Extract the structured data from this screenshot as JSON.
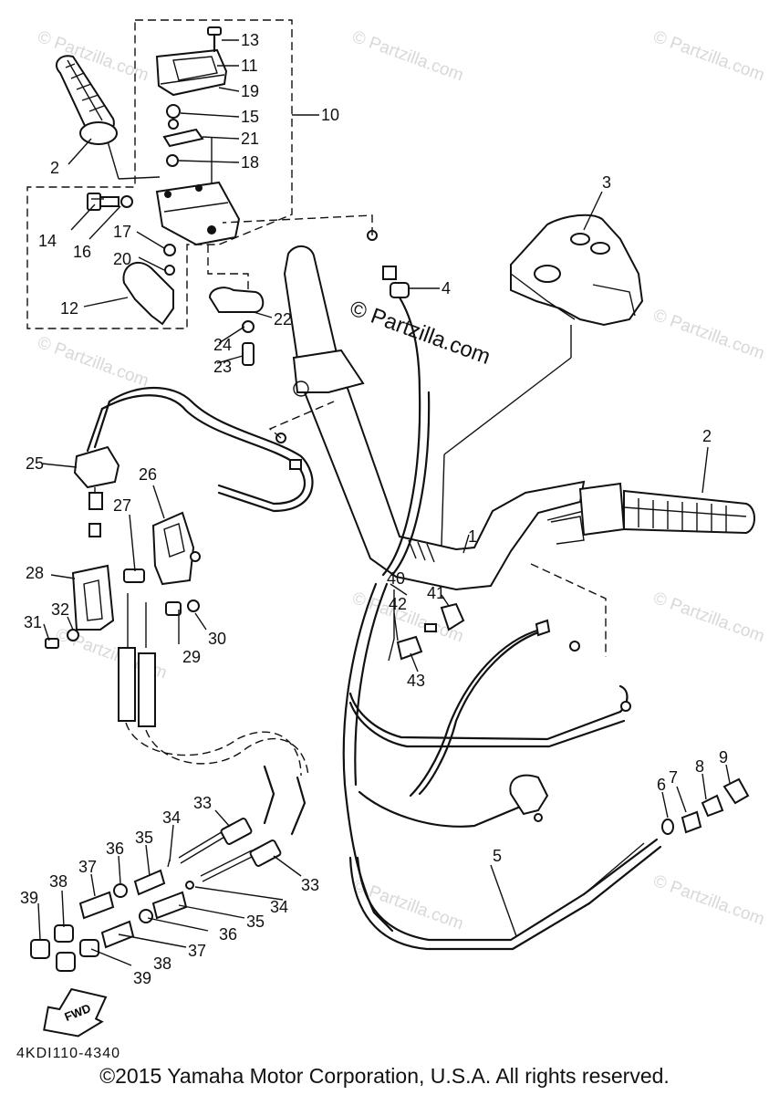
{
  "watermark": {
    "center_text": "© Partzilla.com",
    "tile_text": "© Partzilla.com"
  },
  "callouts": [
    {
      "id": "c1",
      "label": "1"
    },
    {
      "id": "c2a",
      "label": "2"
    },
    {
      "id": "c2b",
      "label": "2"
    },
    {
      "id": "c3",
      "label": "3"
    },
    {
      "id": "c4",
      "label": "4"
    },
    {
      "id": "c5",
      "label": "5"
    },
    {
      "id": "c6",
      "label": "6"
    },
    {
      "id": "c7",
      "label": "7"
    },
    {
      "id": "c8",
      "label": "8"
    },
    {
      "id": "c9",
      "label": "9"
    },
    {
      "id": "c10",
      "label": "10"
    },
    {
      "id": "c11",
      "label": "11"
    },
    {
      "id": "c12",
      "label": "12"
    },
    {
      "id": "c13",
      "label": "13"
    },
    {
      "id": "c14",
      "label": "14"
    },
    {
      "id": "c15",
      "label": "15"
    },
    {
      "id": "c16",
      "label": "16"
    },
    {
      "id": "c17",
      "label": "17"
    },
    {
      "id": "c18",
      "label": "18"
    },
    {
      "id": "c19",
      "label": "19"
    },
    {
      "id": "c20",
      "label": "20"
    },
    {
      "id": "c21",
      "label": "21"
    },
    {
      "id": "c22",
      "label": "22"
    },
    {
      "id": "c23",
      "label": "23"
    },
    {
      "id": "c24",
      "label": "24"
    },
    {
      "id": "c25",
      "label": "25"
    },
    {
      "id": "c26",
      "label": "26"
    },
    {
      "id": "c27",
      "label": "27"
    },
    {
      "id": "c28",
      "label": "28"
    },
    {
      "id": "c29",
      "label": "29"
    },
    {
      "id": "c30",
      "label": "30"
    },
    {
      "id": "c31",
      "label": "31"
    },
    {
      "id": "c32",
      "label": "32"
    },
    {
      "id": "c33a",
      "label": "33"
    },
    {
      "id": "c33b",
      "label": "33"
    },
    {
      "id": "c34a",
      "label": "34"
    },
    {
      "id": "c34b",
      "label": "34"
    },
    {
      "id": "c35a",
      "label": "35"
    },
    {
      "id": "c35b",
      "label": "35"
    },
    {
      "id": "c36a",
      "label": "36"
    },
    {
      "id": "c36b",
      "label": "36"
    },
    {
      "id": "c37a",
      "label": "37"
    },
    {
      "id": "c37b",
      "label": "37"
    },
    {
      "id": "c38a",
      "label": "38"
    },
    {
      "id": "c38b",
      "label": "38"
    },
    {
      "id": "c39a",
      "label": "39"
    },
    {
      "id": "c39b",
      "label": "39"
    },
    {
      "id": "c40",
      "label": "40"
    },
    {
      "id": "c41",
      "label": "41"
    },
    {
      "id": "c42",
      "label": "42"
    },
    {
      "id": "c43",
      "label": "43"
    }
  ],
  "fwd_arrow_label": "FWD",
  "ref_code": "4KDI110-4340",
  "copyright": "©2015 Yamaha Motor Corporation, U.S.A. All rights reserved."
}
